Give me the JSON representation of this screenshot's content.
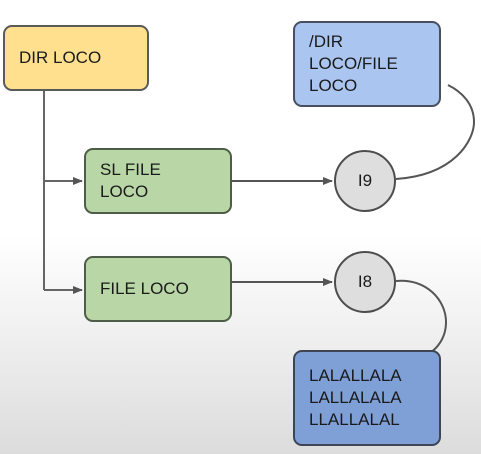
{
  "nodes": {
    "dir": {
      "lines": [
        "DIR LOCO"
      ],
      "color": "#ffe08f"
    },
    "path": {
      "lines": [
        "/DIR",
        "LOCO/FILE",
        "LOCO"
      ],
      "color": "#a9c5f0"
    },
    "symlink": {
      "lines": [
        "SL FILE",
        "LOCO"
      ],
      "color": "#b9d7a6"
    },
    "file": {
      "lines": [
        "FILE LOCO"
      ],
      "color": "#b9d7a6"
    },
    "data": {
      "lines": [
        "LALALLALA",
        "LALLALALA",
        "LLALLALAL"
      ],
      "color": "#7fa0d6"
    }
  },
  "inodes": {
    "i9": "I9",
    "i8": "I8"
  }
}
